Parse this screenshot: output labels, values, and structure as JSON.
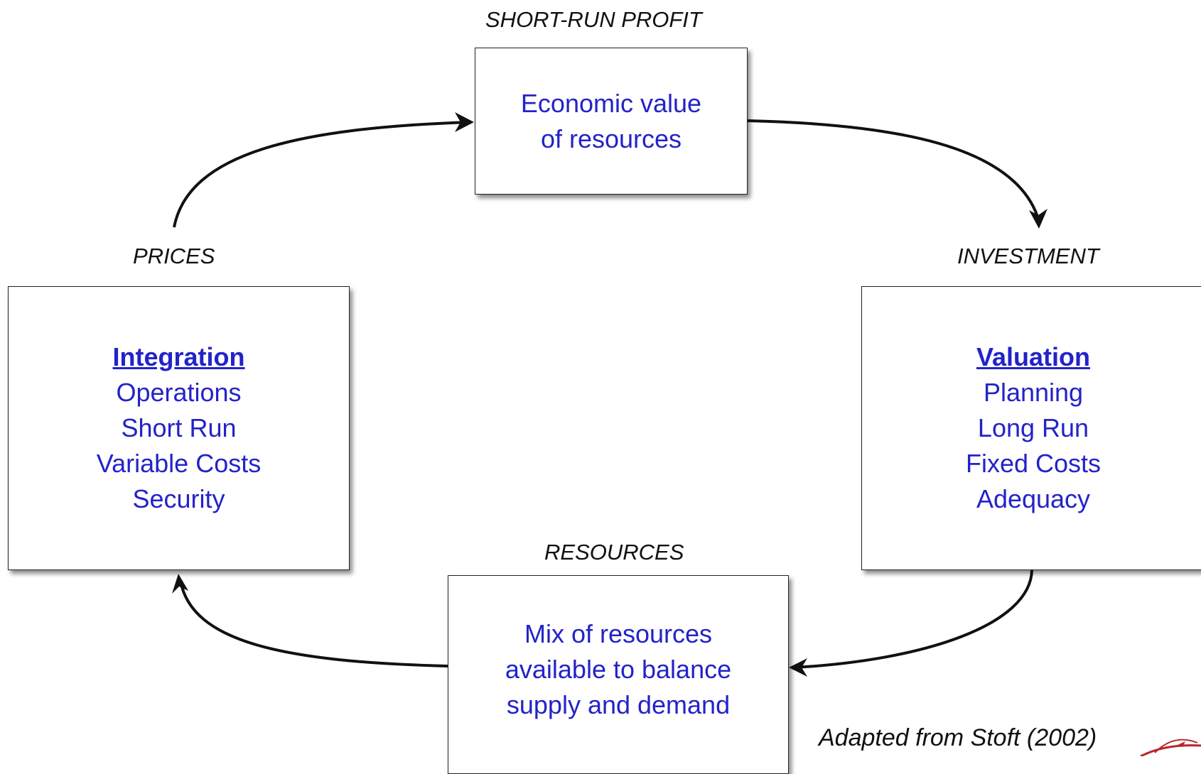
{
  "labels": {
    "top": "SHORT-RUN PROFIT",
    "left": "PRICES",
    "right": "INVESTMENT",
    "bottom": "RESOURCES"
  },
  "boxes": {
    "economic_value": {
      "lines": [
        "Economic value",
        "of resources"
      ]
    },
    "integration": {
      "heading": "Integration",
      "lines": [
        "Operations",
        "Short Run",
        "Variable Costs",
        "Security"
      ]
    },
    "valuation": {
      "heading": "Valuation",
      "lines": [
        "Planning",
        "Long Run",
        "Fixed Costs",
        "Adequacy"
      ]
    },
    "resources_mix": {
      "lines": [
        "Mix of resources",
        "available to balance",
        "supply and demand"
      ]
    }
  },
  "credit": "Adapted from Stoft (2002)",
  "colors": {
    "box_text": "#2323c8",
    "label_text": "#111111",
    "arrow": "#111111",
    "logo_accent": "#b8262a"
  },
  "icons": [
    "arrowhead",
    "logo-swoosh"
  ]
}
